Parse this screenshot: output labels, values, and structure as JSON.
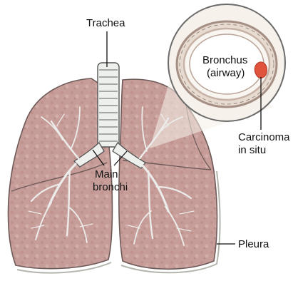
{
  "labels": {
    "trachea": "Trachea",
    "bronchus": "Bronchus",
    "airway": "(airway)",
    "carcinoma": "Carcinoma",
    "in_situ": "in situ",
    "main": "Main",
    "bronchi": "bronchi",
    "pleura": "Pleura"
  },
  "colors": {
    "lung_fill": "#c9a09c",
    "lung_edge": "#6e5a58",
    "pleura_edge": "#b3b6ad",
    "airway_tree": "#e8e9e6",
    "trachea": "#eef0ee",
    "tumor": "#e0533c",
    "bronchus_wall": "#d9c9c0",
    "leader": "#111111"
  }
}
